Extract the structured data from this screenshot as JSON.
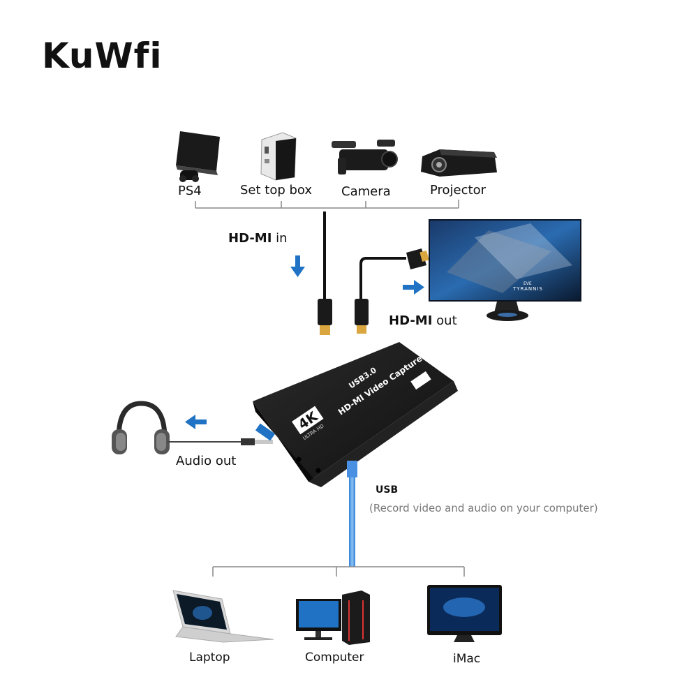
{
  "brand": {
    "logo": "KuWfi"
  },
  "sources": [
    {
      "label": "PS4"
    },
    {
      "label": "Set top box"
    },
    {
      "label": "Camera"
    },
    {
      "label": "Projector"
    }
  ],
  "hdmi_in": {
    "bold": "HD-MI",
    "rest": " in"
  },
  "hdmi_out": {
    "bold": "HD-MI",
    "rest": " out"
  },
  "device": {
    "line1": "USB3.0",
    "line2": "HD-MI Video Capture",
    "badge": "4K",
    "sub": "ULTRA HD"
  },
  "monitor": {
    "brand": "EVE",
    "title": "TYRANNIS"
  },
  "audio": {
    "label": "Audio out"
  },
  "usb": {
    "label": "USB",
    "note": "(Record video and audio on your computer)"
  },
  "targets": [
    {
      "label": "Laptop"
    },
    {
      "label": "Computer"
    },
    {
      "label": "iMac"
    }
  ],
  "colors": {
    "arrow": "#1f72c4",
    "usb_cable": "#4a90e2",
    "device": "#1b1b1b",
    "text": "#111111"
  }
}
